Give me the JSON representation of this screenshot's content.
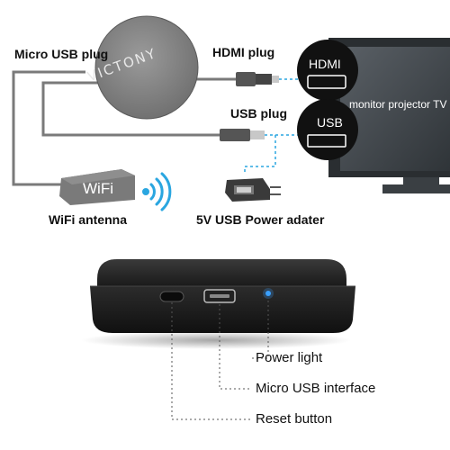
{
  "top_diagram": {
    "brand_logo": "VICTONY",
    "labels": {
      "micro_usb_plug": "Micro USB plug",
      "hdmi_plug": "HDMI plug",
      "usb_plug": "USB plug",
      "wifi_antenna": "WiFi antenna",
      "power_adapter": "5V USB Power adater"
    },
    "wifi_module_text": "WiFi",
    "hdmi_port_text": "HDMI",
    "usb_port_text": "USB",
    "tv_screen_text": "monitor projector TV",
    "accent_color": "#2aa6e0"
  },
  "bottom_diagram": {
    "labels": {
      "power_light": "Power light",
      "micro_usb_interface": "Micro USB interface",
      "reset_button": "Reset button"
    },
    "power_light_color": "#3aa0ff"
  }
}
